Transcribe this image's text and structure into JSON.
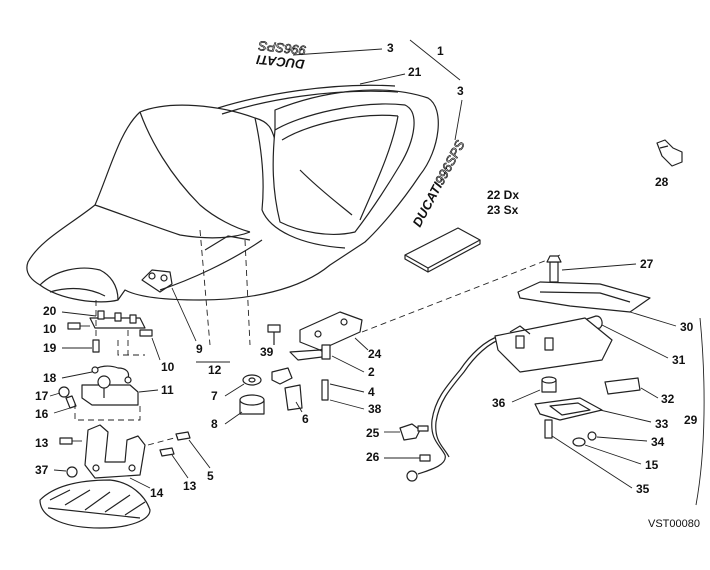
{
  "labels": {
    "l1": "1",
    "l2": "2",
    "l3a": "3",
    "l3b": "3",
    "l4": "4",
    "l5": "5",
    "l6": "6",
    "l7": "7",
    "l8": "8",
    "l9": "9",
    "l10a": "10",
    "l10b": "10",
    "l11": "11",
    "l12": "12",
    "l13a": "13",
    "l13b": "13",
    "l14": "14",
    "l15": "15",
    "l16": "16",
    "l17": "17",
    "l18": "18",
    "l19": "19",
    "l20": "20",
    "l21": "21",
    "l22": "22 Dx",
    "l23": "23 Sx",
    "l24": "24",
    "l25": "25",
    "l26": "26",
    "l27": "27",
    "l28": "28",
    "l29": "29",
    "l30": "30",
    "l31": "31",
    "l32": "32",
    "l33": "33",
    "l34": "34",
    "l35": "35",
    "l36": "36",
    "l37": "37",
    "l38": "38",
    "l39": "39"
  },
  "decals": {
    "top_brand": "DUCATI",
    "top_model": "996SPS",
    "side_brand": "DUCATI",
    "side_model": "996SPS"
  },
  "drawing_code": "VST00080"
}
